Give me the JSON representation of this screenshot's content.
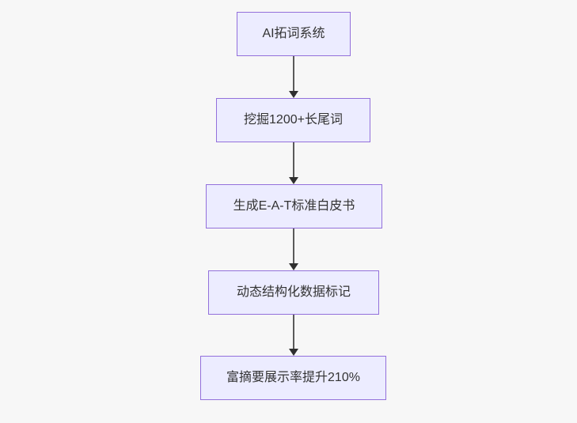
{
  "diagram": {
    "type": "flowchart",
    "direction": "top-down",
    "nodes": [
      {
        "id": "node-1",
        "label": "AI拓词系统"
      },
      {
        "id": "node-2",
        "label": "挖掘1200+长尾词"
      },
      {
        "id": "node-3",
        "label": "生成E-A-T标准白皮书"
      },
      {
        "id": "node-4",
        "label": "动态结构化数据标记"
      },
      {
        "id": "node-5",
        "label": "富摘要展示率提升210%"
      }
    ],
    "edges": [
      {
        "from": "AI拓词系统",
        "to": "挖掘1200+长尾词",
        "arrow": "down"
      },
      {
        "from": "挖掘1200+长尾词",
        "to": "生成E-A-T标准白皮书",
        "arrow": "down"
      },
      {
        "from": "生成E-A-T标准白皮书",
        "to": "动态结构化数据标记",
        "arrow": "down"
      },
      {
        "from": "动态结构化数据标记",
        "to": "富摘要展示率提升210%",
        "arrow": "down"
      }
    ],
    "colors": {
      "background": "#f7f7f7",
      "node_fill": "#ececff",
      "node_border": "#9370db",
      "node_text": "#333333",
      "edge_line": "#5a5a5a",
      "arrowhead": "#2f2f2f"
    }
  }
}
